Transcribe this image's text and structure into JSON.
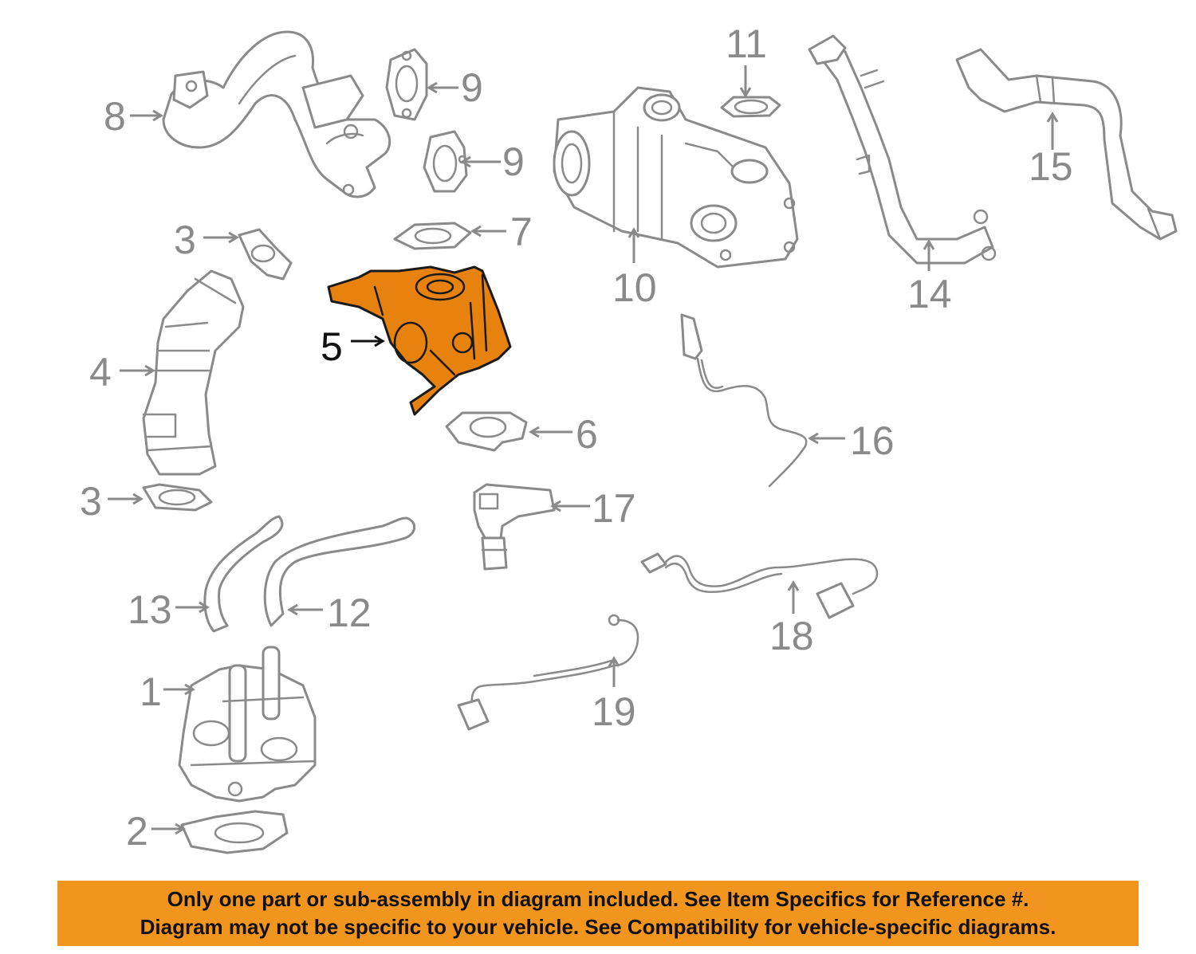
{
  "diagram": {
    "highlight_color": "#e8820e",
    "callouts": [
      {
        "id": "c1",
        "label": "1"
      },
      {
        "id": "c2",
        "label": "2"
      },
      {
        "id": "c3a",
        "label": "3"
      },
      {
        "id": "c3b",
        "label": "3"
      },
      {
        "id": "c4",
        "label": "4"
      },
      {
        "id": "c5",
        "label": "5",
        "highlighted": true
      },
      {
        "id": "c6",
        "label": "6"
      },
      {
        "id": "c7",
        "label": "7"
      },
      {
        "id": "c8",
        "label": "8"
      },
      {
        "id": "c9a",
        "label": "9"
      },
      {
        "id": "c9b",
        "label": "9"
      },
      {
        "id": "c10",
        "label": "10"
      },
      {
        "id": "c11",
        "label": "11"
      },
      {
        "id": "c12",
        "label": "12"
      },
      {
        "id": "c13",
        "label": "13"
      },
      {
        "id": "c14",
        "label": "14"
      },
      {
        "id": "c15",
        "label": "15"
      },
      {
        "id": "c16",
        "label": "16"
      },
      {
        "id": "c17",
        "label": "17"
      },
      {
        "id": "c18",
        "label": "18"
      },
      {
        "id": "c19",
        "label": "19"
      }
    ]
  },
  "notice": {
    "background": "#f2951f",
    "line1": "Only one part or sub-assembly in diagram included. See Item Specifics for Reference #.",
    "line2": "Diagram may not be specific to your vehicle. See Compatibility for vehicle-specific diagrams."
  }
}
